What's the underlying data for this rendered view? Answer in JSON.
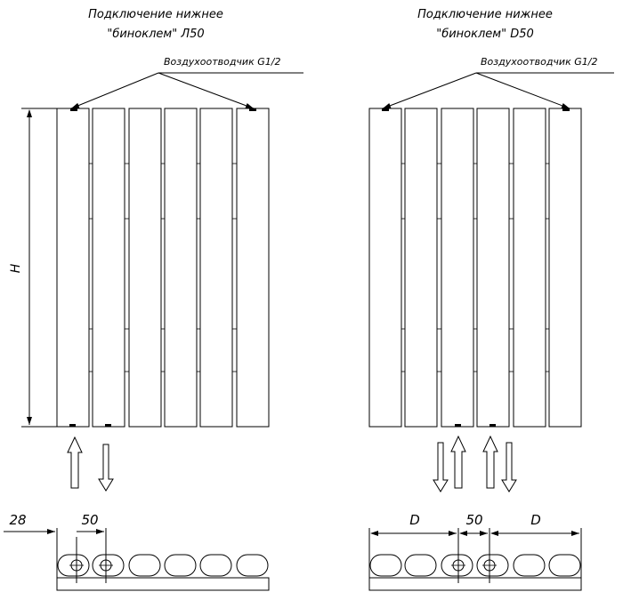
{
  "left": {
    "title_line1": "Подключение нижнее",
    "title_line2": "\"биноклем\" Л50",
    "vent_label": "Воздухоотводчик G1/2",
    "height_label": "H",
    "dim_offset": "28",
    "dim_spacing": "50"
  },
  "right": {
    "title_line1": "Подключение нижнее",
    "title_line2": "\"биноклем\" D50",
    "vent_label": "Воздухоотводчик G1/2",
    "dim_left": "D",
    "dim_spacing": "50",
    "dim_right": "D"
  }
}
